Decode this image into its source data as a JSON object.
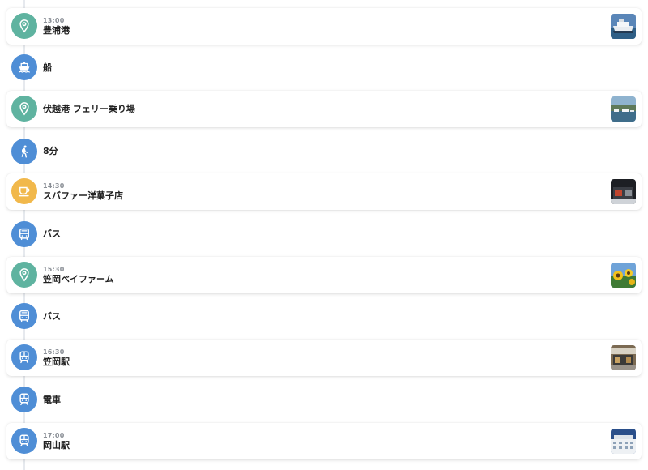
{
  "colors": {
    "place": "#5fb3a0",
    "transit": "#4f8ed6",
    "cafe": "#f1b84b",
    "line": "#e6e9ee"
  },
  "stops": [
    {
      "time": "13:00",
      "title": "豊浦港",
      "icon": "location-pin-icon",
      "thumb": "ferry-photo"
    },
    {
      "title": "船",
      "icon": "ship-icon"
    },
    {
      "title": "伏越港 フェリー乗り場",
      "icon": "location-pin-icon",
      "thumb": "harbor-photo"
    },
    {
      "title": "8分",
      "icon": "walking-icon"
    },
    {
      "time": "14:30",
      "title": "スバファー洋菓子店",
      "icon": "coffee-cup-icon",
      "thumb": "shop-photo"
    },
    {
      "title": "バス",
      "icon": "bus-icon"
    },
    {
      "time": "15:30",
      "title": "笠岡ベイファーム",
      "icon": "location-pin-icon",
      "thumb": "sunflower-photo"
    },
    {
      "title": "バス",
      "icon": "bus-icon"
    },
    {
      "time": "16:30",
      "title": "笠岡駅",
      "icon": "train-icon",
      "thumb": "station-photo"
    },
    {
      "title": "電車",
      "icon": "train-icon"
    },
    {
      "time": "17:00",
      "title": "岡山駅",
      "icon": "train-icon",
      "thumb": "building-photo"
    }
  ]
}
